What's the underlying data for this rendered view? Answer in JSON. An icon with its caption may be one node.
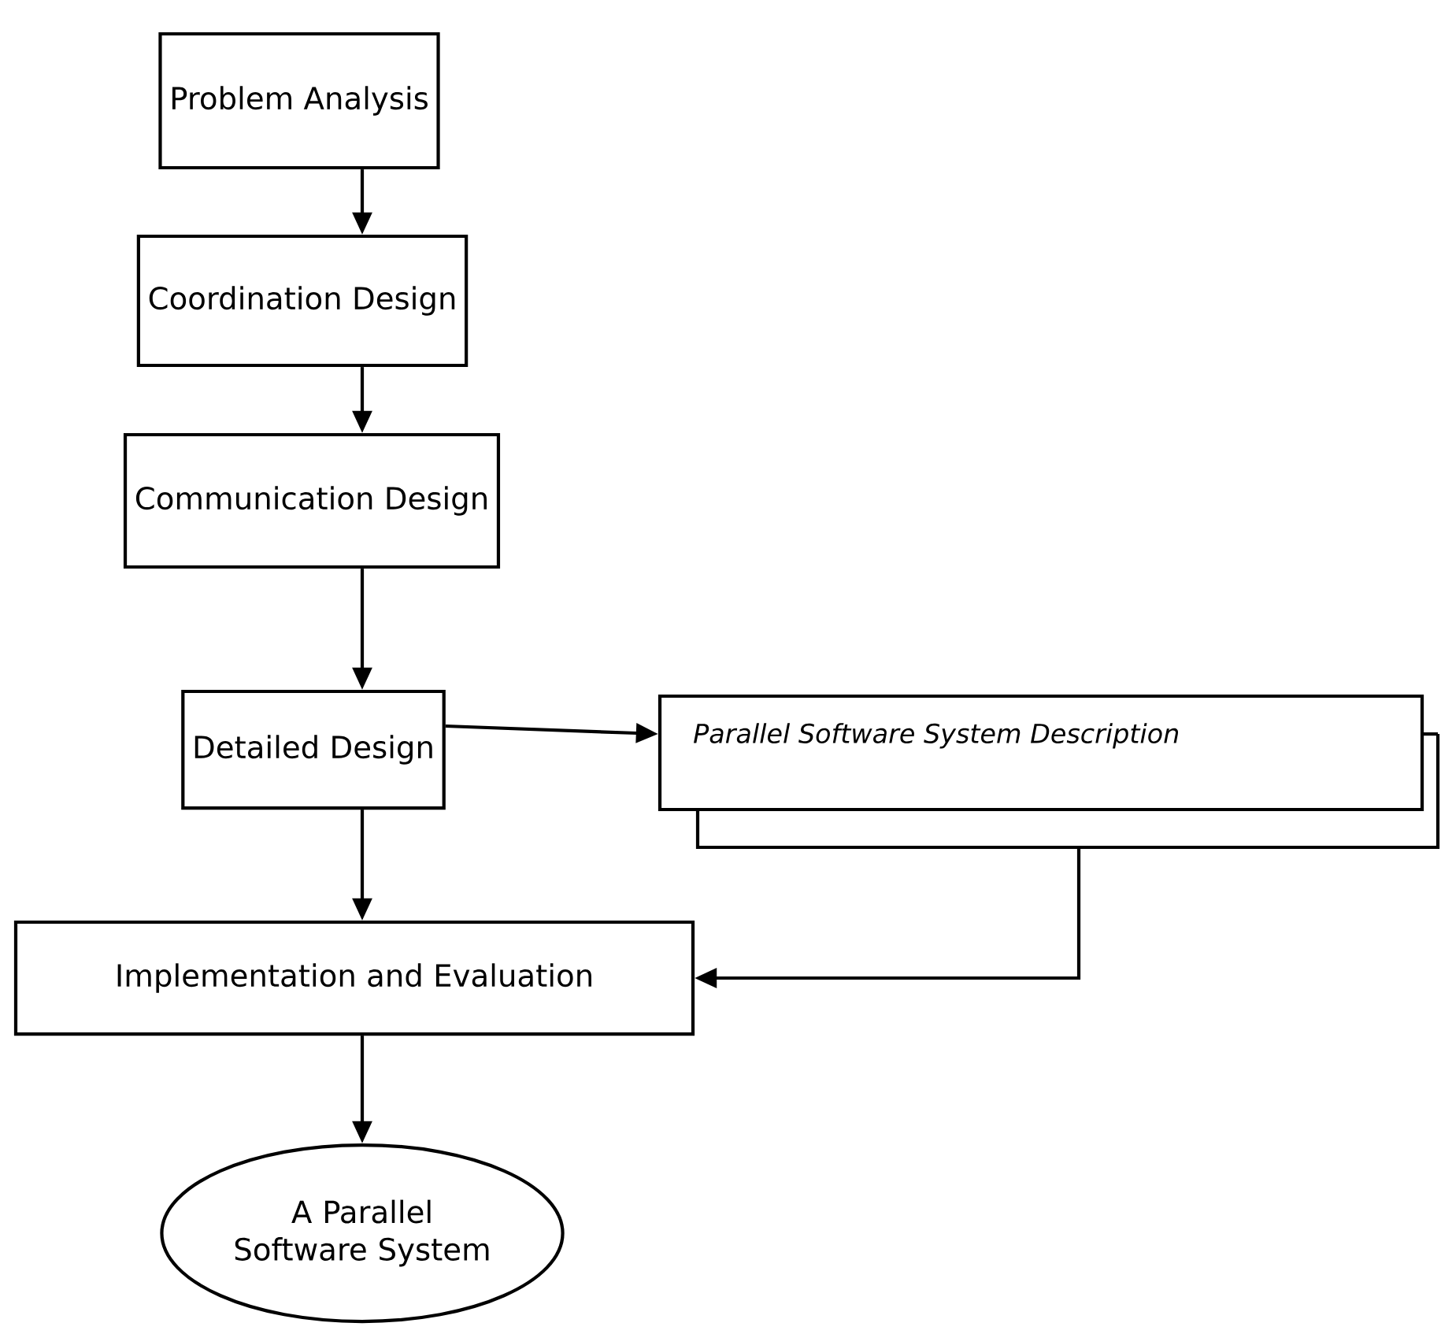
{
  "diagram": {
    "nodes": [
      {
        "text": [
          "Problem Analysis"
        ]
      },
      {
        "text": [
          "Coordination Design"
        ]
      },
      {
        "text": [
          "Communication Design"
        ]
      },
      {
        "text": [
          "Detailed Design"
        ]
      },
      {
        "text": [
          "Parallel Software System Description"
        ]
      },
      {
        "text": [
          "Implementation and Evaluation"
        ]
      },
      {
        "text": [
          "A Parallel Software System"
        ]
      }
    ],
    "edges": [
      {
        "from": 0,
        "to": 1,
        "arrow": "to"
      },
      {
        "from": 1,
        "to": 2,
        "arrow": "to"
      },
      {
        "from": 2,
        "to": 3,
        "arrow": "to"
      },
      {
        "from": 3,
        "to": 4,
        "arrow": "to"
      },
      {
        "from": 3,
        "to": 5,
        "arrow": "to"
      },
      {
        "from": 4,
        "to": 5,
        "arrow": "to"
      },
      {
        "from": 5,
        "to": 6,
        "arrow": "to"
      }
    ]
  }
}
